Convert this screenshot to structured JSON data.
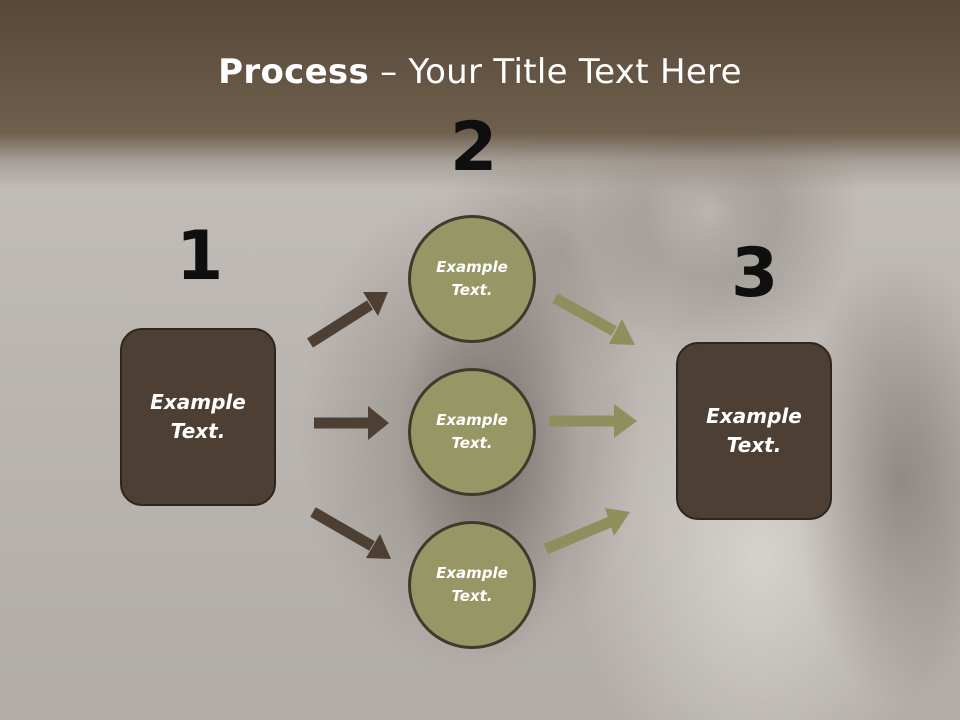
{
  "slide": {
    "title_strong": "Process",
    "title_rest": " – Your Title Text Here",
    "numbers": [
      "1",
      "2",
      "3"
    ],
    "left_box": "Example\nText.",
    "right_box": "Example\nText.",
    "circles": [
      "Example\nText.",
      "Example\nText.",
      "Example\nText."
    ]
  },
  "colors": {
    "header": "#574838",
    "box_fill": "#4d3f33",
    "circle_fill": "#979765",
    "arrow_dark": "#4d3f33",
    "arrow_olive": "#8f8f5e"
  }
}
